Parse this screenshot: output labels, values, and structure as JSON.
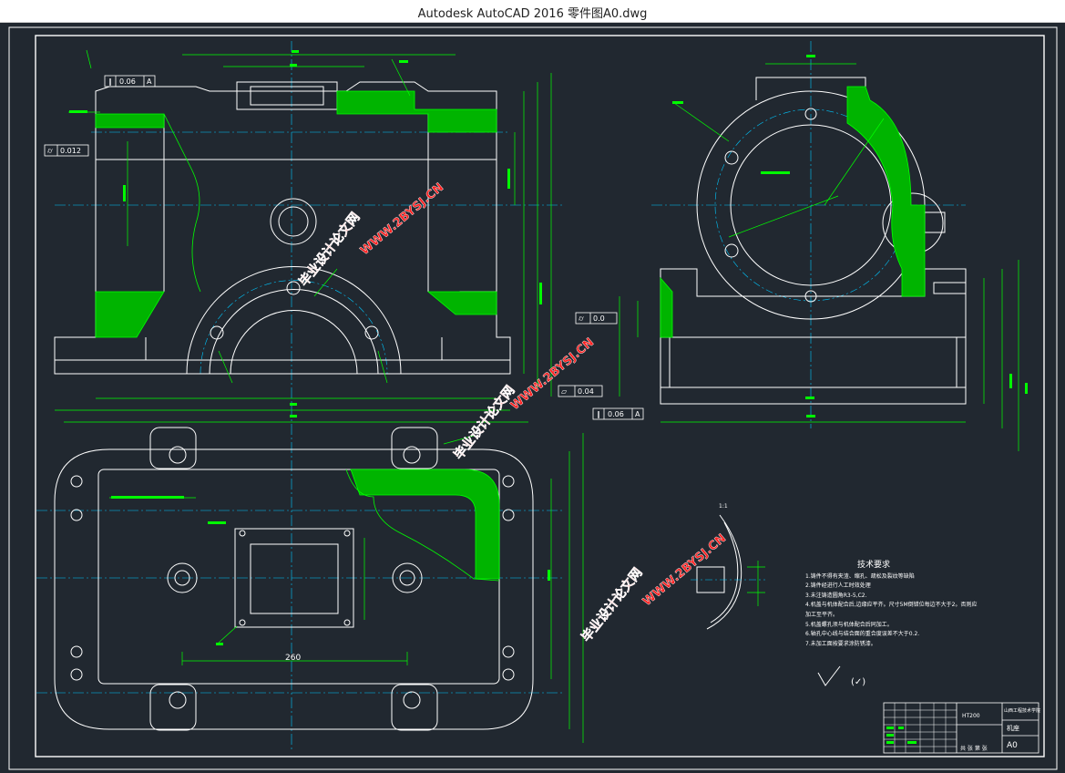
{
  "window": {
    "title": "Autodesk AutoCAD 2016     零件图A0.dwg"
  },
  "watermarks": [
    "毕业设计论文网",
    "WWW.2BYSJ.CN"
  ],
  "tolerances": {
    "parallel_top": "0.06",
    "parallel_top_ref": "A",
    "cylindricity_left": "0.012",
    "mid_label": "0.0",
    "flatness_bottom": "0.04",
    "parallel_right": "0.06",
    "parallel_right_ref": "A"
  },
  "dimensions": {
    "plan_width": "260"
  },
  "tech_requirements": {
    "heading": "技术要求",
    "items": [
      "1.铸件不得有夹渣、缩孔、疏松及裂纹等缺陷",
      "2.铸件经进行人工时效处理",
      "3.未注铸造圆角R3-5,C2.",
      "4.机盖与机体配合后,边缘应平齐。尺寸5M倒错位每边不大于2。否则应",
      "  加工至平齐。",
      "5.机盖螺孔须与机体配合后同加工。",
      "6.轴孔中心线与结合面的重合度误差不大于0.2.",
      "7.未加工面按要求涂防锈漆。"
    ]
  },
  "roughness_note": "(✓)",
  "detail_scale": "1:1",
  "title_block": {
    "material": "HT200",
    "part_name": "机座",
    "sheet_size": "A0",
    "school": "山西工程技术学院",
    "stages": "共 张  第 张"
  },
  "colors": {
    "background": "#212830",
    "outline": "#ffffff",
    "dimension": "#00ff00",
    "centerline": "#00c8ff",
    "watermark_red": "#ff2020"
  }
}
